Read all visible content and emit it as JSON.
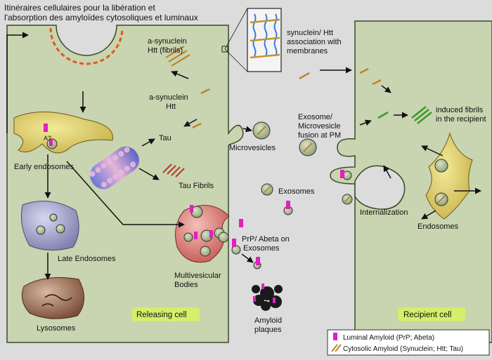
{
  "title": {
    "line1": "Itinéraires cellulaires pour la libération et",
    "line2": "l'absorption des amyloïdes cytosoliques et luminaux"
  },
  "labels": {
    "asyn_fibrils_1": "a-synuclein",
    "asyn_fibrils_2": "Htt (fibrils)",
    "asyn_1": "a-synuclein",
    "asyn_2": "Htt",
    "tau": "Tau",
    "tau_fibrils": "Tau Fibrils",
    "early_endosomes": "Early endosomes",
    "a_question": "A?",
    "late_endosomes": "Late Endosomes",
    "lysosomes": "Lysosomes",
    "mvb_1": "Multivesicular",
    "mvb_2": "Bodies",
    "microvesicles": "Microvesicles",
    "exosomes": "Exosomes",
    "prp_1": "PrP/ Abeta on",
    "prp_2": "Exosomes",
    "amyloid_1": "Amyloid",
    "amyloid_2": "plaques",
    "syn_assoc_1": "synuclein/ Htt",
    "syn_assoc_2": "association with",
    "syn_assoc_3": "membranes",
    "fusion_1": "Exosome/",
    "fusion_2": "Microvesicle",
    "fusion_3": "fusion at PM",
    "induced_1": "induced fibrils",
    "induced_2": "in the recipient",
    "internalization": "Internalization",
    "endosomes": "Endosomes",
    "releasing_cell": "Releasing cell",
    "recipient_cell": "Recipient cell"
  },
  "legend": {
    "luminal": "Luminal Amyloid (PrP; Abeta)",
    "cytosolic": "Cytosolic Amyloid (Synuclein; Htt; Tau)"
  },
  "colors": {
    "cell": "#c9d4b0",
    "background": "#dcdcdc",
    "luminal": "#e020c0",
    "cytosolic": "#b8862e",
    "badge": "#d6ee6a"
  }
}
